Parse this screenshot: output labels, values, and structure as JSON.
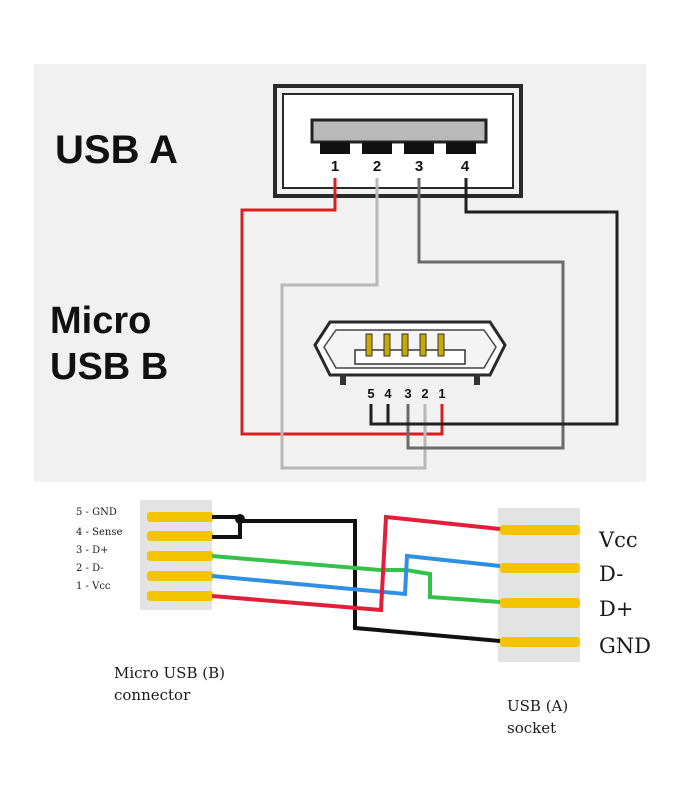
{
  "top_diagram": {
    "usb_a": {
      "title": "USB A",
      "pins": [
        "1",
        "2",
        "3",
        "4"
      ]
    },
    "micro_usb_b": {
      "title": "Micro\nUSB B",
      "pins": [
        "5",
        "4",
        "3",
        "2",
        "1"
      ]
    },
    "wire_colors": {
      "pin1": "#d62020",
      "pin2": "#b8b8b8",
      "pin3": "#6a6a6a",
      "pin4": "#202020"
    }
  },
  "bottom_diagram": {
    "micro_usb_pins": [
      "5 - GND",
      "4 - Sense",
      "3 - D+",
      "2 - D-",
      "1 - Vcc"
    ],
    "usb_a_pins": [
      "Vcc",
      "D-",
      "D+",
      "GND"
    ],
    "micro_caption": "Micro USB (B)\nconnector",
    "usb_a_caption": "USB (A)\nsocket",
    "wire_colors": {
      "vcc": "#e0203a",
      "d_minus": "#2f8fe0",
      "d_plus": "#35c24a",
      "gnd": "#111111",
      "contact": "#f5c400"
    }
  }
}
